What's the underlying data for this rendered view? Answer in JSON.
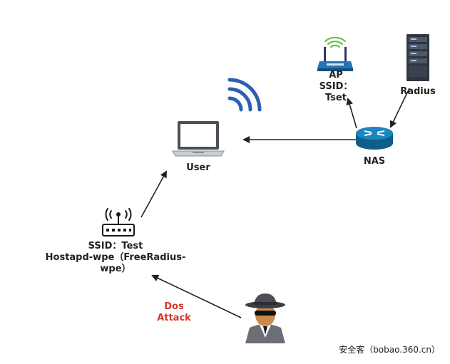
{
  "diagram": {
    "nodes": {
      "user": {
        "label": "User"
      },
      "ap": {
        "label_lines": [
          "AP",
          "SSID：",
          "Tset"
        ]
      },
      "radius": {
        "label": "Radius"
      },
      "nas": {
        "label": "NAS"
      },
      "rogue": {
        "label_lines": [
          "SSID：Test",
          "Hostapd-wpe（FreeRadius-",
          "wpe）"
        ]
      },
      "attacker": {
        "label_lines": [
          "Dos",
          "Attack"
        ]
      }
    },
    "watermark": "安全客（bobao.360.cn）"
  },
  "colors": {
    "arrow": "#222222",
    "wifi_signal": "#2b5fb3",
    "attack_label": "#d9342b",
    "router_blue": "#1f77b4"
  }
}
